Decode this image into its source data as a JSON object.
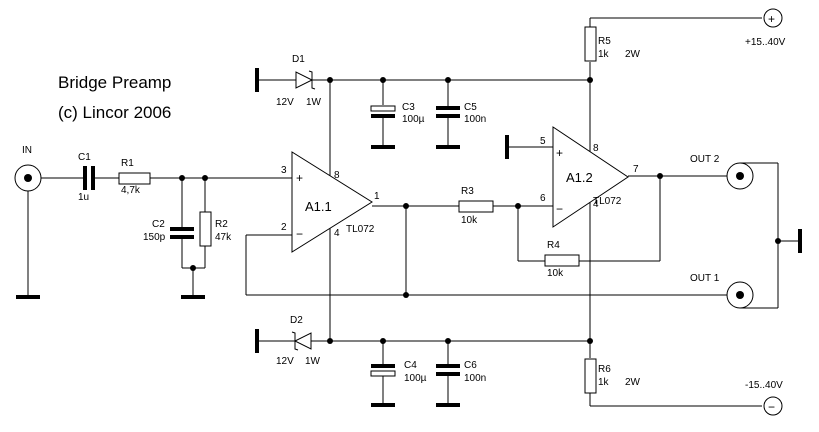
{
  "title": {
    "line1": "Bridge Preamp",
    "line2": "(c) Lincor 2006"
  },
  "input": {
    "label": "IN"
  },
  "outputs": {
    "out2": "OUT 2",
    "out1": "OUT 1"
  },
  "supply": {
    "positive_voltage": "+15..40V",
    "negative_voltage": "-15..40V",
    "positive_symbol": "+",
    "negative_symbol": "−"
  },
  "components": {
    "C1": {
      "ref": "C1",
      "value": "1u"
    },
    "R1": {
      "ref": "R1",
      "value": "4,7k"
    },
    "C2": {
      "ref": "C2",
      "value": "150p"
    },
    "R2": {
      "ref": "R2",
      "value": "47k"
    },
    "D1": {
      "ref": "D1",
      "voltage": "12V",
      "power": "1W"
    },
    "D2": {
      "ref": "D2",
      "voltage": "12V",
      "power": "1W"
    },
    "C3": {
      "ref": "C3",
      "value": "100µ"
    },
    "C4": {
      "ref": "C4",
      "value": "100µ"
    },
    "C5": {
      "ref": "C5",
      "value": "100n"
    },
    "C6": {
      "ref": "C6",
      "value": "100n"
    },
    "R3": {
      "ref": "R3",
      "value": "10k"
    },
    "R4": {
      "ref": "R4",
      "value": "10k"
    },
    "R5": {
      "ref": "R5",
      "value": "1k",
      "power": "2W"
    },
    "R6": {
      "ref": "R6",
      "value": "1k",
      "power": "2W"
    }
  },
  "amplifiers": {
    "A1_1": {
      "name": "A1.1",
      "part": "TL072",
      "pin_plus": "3",
      "pin_minus": "2",
      "pin_out": "1",
      "pin_vpos": "8",
      "pin_vneg": "4",
      "sign_plus": "+",
      "sign_minus": "−"
    },
    "A1_2": {
      "name": "A1.2",
      "part": "TL072",
      "pin_plus": "5",
      "pin_minus": "6",
      "pin_out": "7",
      "pin_vpos": "8",
      "pin_vneg": "4",
      "sign_plus": "+",
      "sign_minus": "−"
    }
  }
}
